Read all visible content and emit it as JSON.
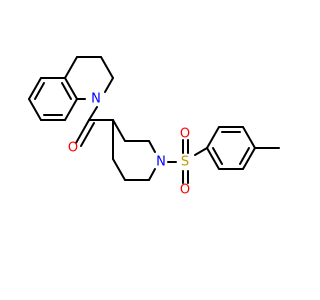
{
  "molecule": {
    "atoms": {
      "n_quinoline": {
        "label": "N",
        "color": "#0000ff"
      },
      "o_carbonyl": {
        "label": "O",
        "color": "#ff0000"
      },
      "n_piperidine": {
        "label": "N",
        "color": "#0000ff"
      },
      "s_sulfonyl": {
        "label": "S",
        "color": "#b8a000"
      },
      "o_sulfonyl_top": {
        "label": "O",
        "color": "#ff0000"
      },
      "o_sulfonyl_bottom": {
        "label": "O",
        "color": "#ff0000"
      }
    },
    "bond_color": "#000000"
  }
}
